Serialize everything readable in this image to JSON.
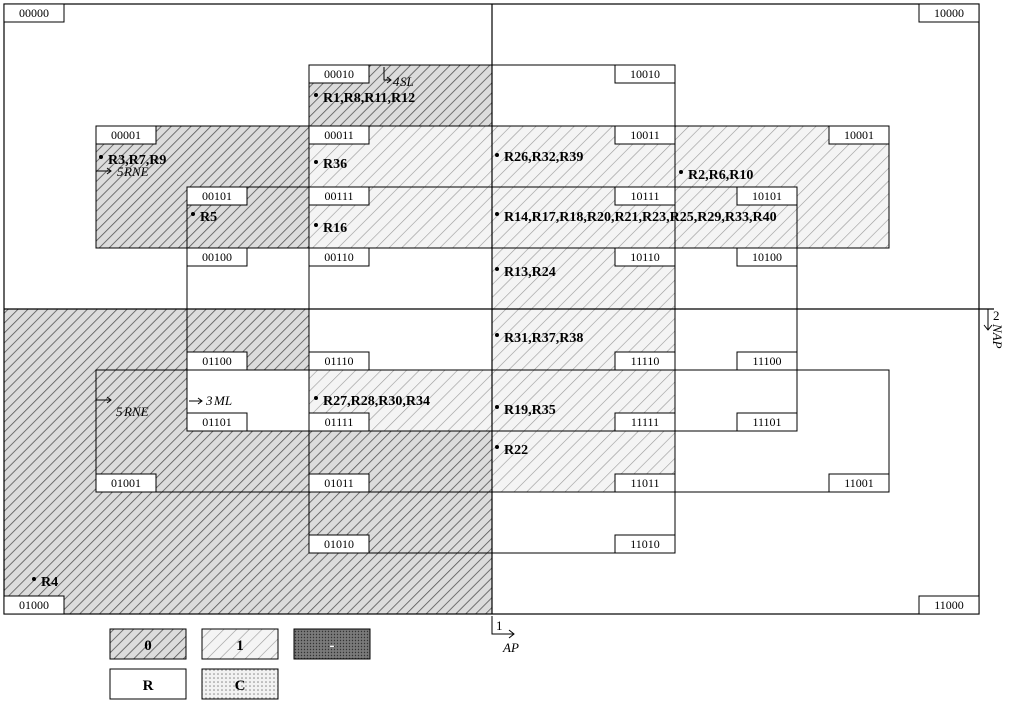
{
  "codes": {
    "c00000": "00000",
    "c10000": "10000",
    "c00010": "00010",
    "c10010": "10010",
    "c00001": "00001",
    "c00011": "00011",
    "c10011": "10011",
    "c10001": "10001",
    "c00101": "00101",
    "c00111": "00111",
    "c10111": "10111",
    "c10101": "10101",
    "c00100": "00100",
    "c00110": "00110",
    "c10110": "10110",
    "c10100": "10100",
    "c01100": "01100",
    "c01110": "01110",
    "c11110": "11110",
    "c11100": "11100",
    "c01101": "01101",
    "c01111": "01111",
    "c11111": "11111",
    "c11101": "11101",
    "c01001": "01001",
    "c01011": "01011",
    "c11011": "11011",
    "c11001": "11001",
    "c01010": "01010",
    "c11010": "11010",
    "c01000": "01000",
    "c11000": "11000"
  },
  "rules": {
    "g1": "R1,R8,R11,R12",
    "g2": "R3,R7,R9",
    "g3": "R36",
    "g4": "R26,R32,R39",
    "g5": "R2,R6,R10",
    "g6": "R5",
    "g7": "R16",
    "g8": "R14,R17,R18,R20,R21,R23,R25,R29,R33,R40",
    "g9": "R13,R24",
    "g10": "R31,R37,R38",
    "g11": "R27,R28,R30,R34",
    "g12": "R19,R35",
    "g13": "R22",
    "g14": "R4"
  },
  "axes": {
    "ap_num": "1",
    "ap": "AP",
    "nap_num": "2",
    "nap": "NAP",
    "sl_num": "4",
    "sl": "SL",
    "rne_num": "5",
    "rne": "RNE",
    "ml_num": "3",
    "ml": "ML"
  },
  "legend": {
    "zero": "0",
    "one": "1",
    "dash": "-",
    "r": "R",
    "c": "C"
  },
  "colors": {
    "line": "#000000",
    "fill_zero": "#d8d8d8",
    "fill_one": "#f2f2f2",
    "fill_dash": "#8a8a8a"
  }
}
